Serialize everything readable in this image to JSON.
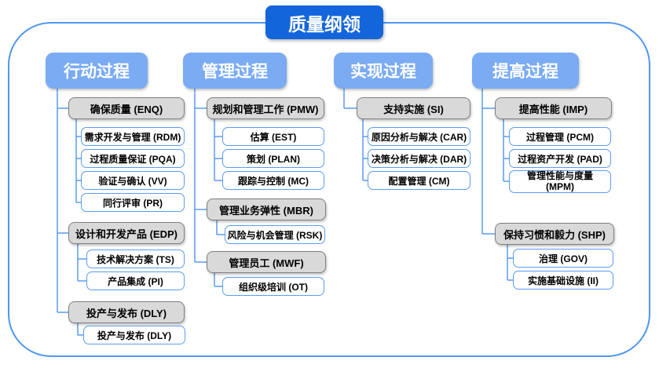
{
  "title": "质量纲领",
  "colors": {
    "title_bg": "#1365db",
    "header_bg": "#7aabf3",
    "connector": "#5b9cf0",
    "frame_border": "#4f97ee",
    "group_fill": "#d9d9d9",
    "group_border": "#7f7f7f",
    "leaf_border": "#5b9cf0"
  },
  "columns": [
    {
      "header": "行动过程",
      "groups": [
        {
          "label": "确保质量 (ENQ)",
          "children": [
            "需求开发与管理 (RDM)",
            "过程质量保证 (PQA)",
            "验证与确认 (VV)",
            "同行评审 (PR)"
          ]
        },
        {
          "label": "设计和开发产品 (EDP)",
          "children": [
            "技术解决方案 (TS)",
            "产品集成 (PI)"
          ]
        },
        {
          "label": "投产与发布 (DLY)",
          "children": [
            "投产与发布 (DLY)"
          ]
        }
      ]
    },
    {
      "header": "管理过程",
      "groups": [
        {
          "label": "规划和管理工作 (PMW)",
          "children": [
            "估算 (EST)",
            "策划 (PLAN)",
            "跟踪与控制 (MC)"
          ]
        },
        {
          "label": "管理业务弹性 (MBR)",
          "children": [
            "风险与机会管理 (RSK)"
          ]
        },
        {
          "label": "管理员工 (MWF)",
          "children": [
            "组织级培训 (OT)"
          ]
        }
      ]
    },
    {
      "header": "实现过程",
      "groups": [
        {
          "label": "支持实施 (SI)",
          "children": [
            "原因分析与解决 (CAR)",
            "决策分析与解决 (DAR)",
            "配置管理 (CM)"
          ]
        }
      ]
    },
    {
      "header": "提高过程",
      "groups": [
        {
          "label": "提高性能 (IMP)",
          "children": [
            "过程管理 (PCM)",
            "过程资产开发 (PAD)",
            "管理性能与度量 (MPM)"
          ]
        },
        {
          "label": "保持习惯和毅力 (SHP)",
          "children": [
            "治理 (GOV)",
            "实施基础设施 (II)"
          ]
        }
      ]
    }
  ]
}
